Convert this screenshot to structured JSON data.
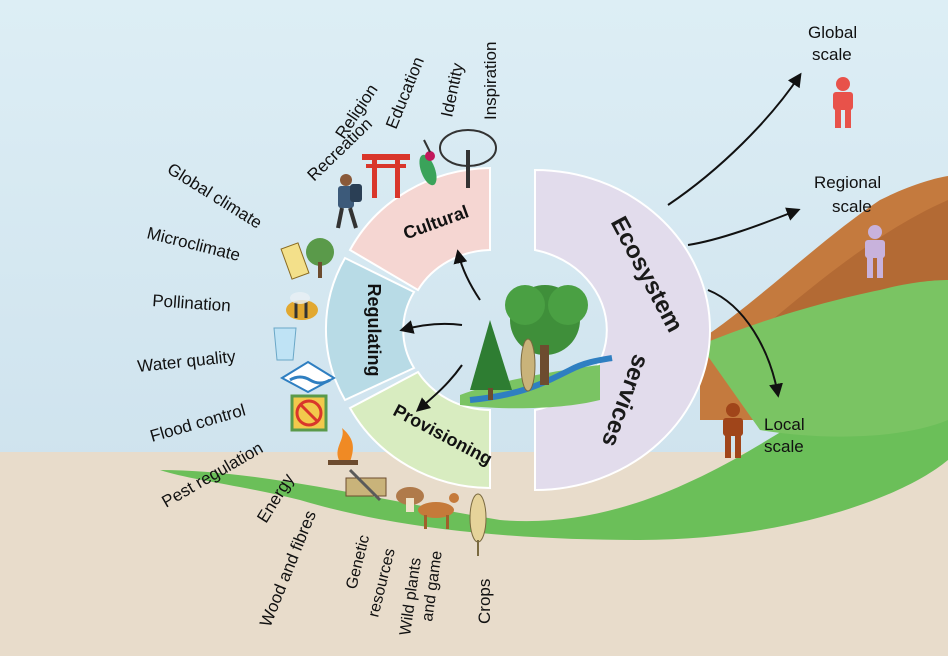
{
  "diagram": {
    "center": "Ecosystem services",
    "center_words": [
      "Ecosystem",
      "services"
    ],
    "segments": {
      "cultural": "Cultural",
      "regulating": "Regulating",
      "provisioning": "Provisioning"
    },
    "cultural_items": [
      "Inspiration",
      "Identity",
      "Education",
      "Religion",
      "Recreation"
    ],
    "regulating_items": [
      "Global climate",
      "Microclimate",
      "Pollination",
      "Water quality",
      "Flood control",
      "Pest regulation"
    ],
    "provisioning_items": [
      "Energy",
      "Wood and fibres",
      "Genetic",
      "resources",
      "Wild plants",
      "and game",
      "Crops"
    ],
    "scales": {
      "global": [
        "Global",
        "scale"
      ],
      "regional": [
        "Regional",
        "scale"
      ],
      "local": [
        "Local",
        "scale"
      ]
    },
    "colors": {
      "cultural": "#f5d6d2",
      "regulating": "#b8dbe6",
      "provisioning": "#d8ecc0",
      "ecosystem": "#e2dcec",
      "global_person": "#e8524a",
      "regional_person": "#c8b2dc",
      "local_person": "#a0451a",
      "ground": "#e8dccb",
      "grass": "#6bbf59",
      "hill": "#c47a3e"
    }
  }
}
